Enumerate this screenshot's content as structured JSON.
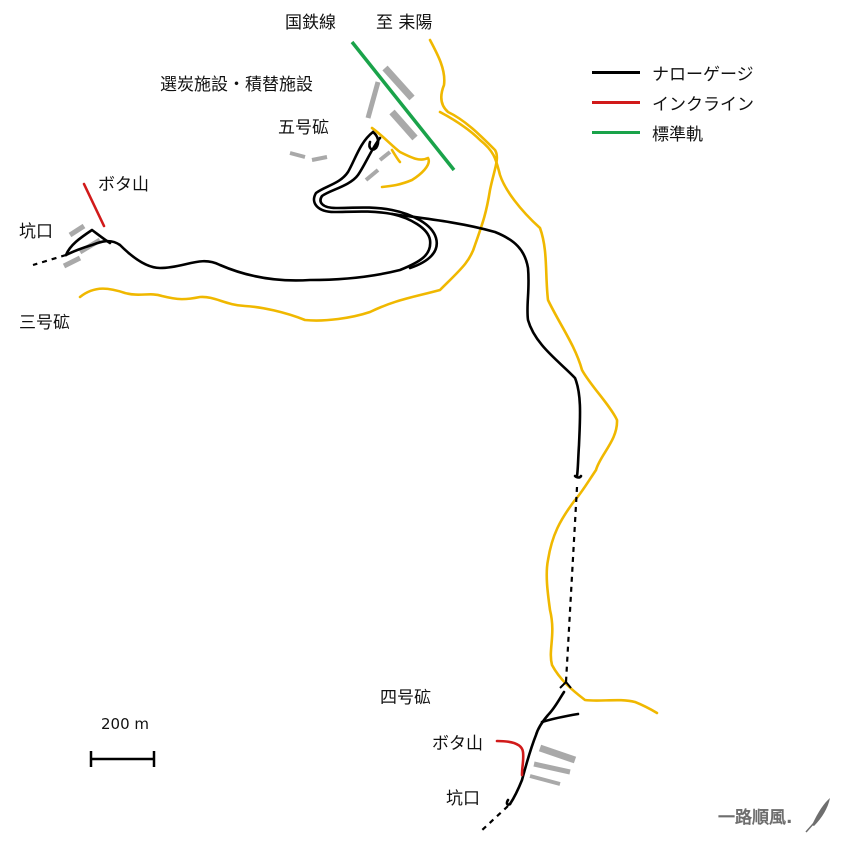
{
  "labels": {
    "national_rail": "国鉄線",
    "to_destination": "至 耒陽",
    "coal_processing": "選炭施設・積替施設",
    "shaft5": "五号砿",
    "bota_hill_north": "ボタ山",
    "mine_entrance_north": "坑口",
    "shaft3": "三号砿",
    "shaft4": "四号砿",
    "bota_hill_south": "ボタ山",
    "mine_entrance_south": "坑口",
    "scale_label": "200 m"
  },
  "legend": [
    {
      "label": "ナローゲージ",
      "color": "#000000",
      "icon": "black-line"
    },
    {
      "label": "インクライン",
      "color": "#d11a1a",
      "icon": "red-line"
    },
    {
      "label": "標準軌",
      "color": "#1aa34a",
      "icon": "green-line"
    }
  ],
  "colors": {
    "narrow_gauge": "#000000",
    "incline": "#d11a1a",
    "standard_gauge": "#1aa34a",
    "river": "#f0b800",
    "facility": "#a9a9a9"
  },
  "watermark": {
    "text": "一路順風.",
    "icon": "quill-pen-icon"
  }
}
